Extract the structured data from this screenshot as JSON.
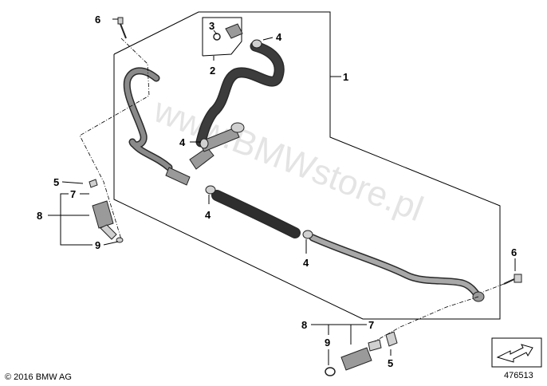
{
  "callouts": {
    "c1": "1",
    "c2": "2",
    "c3": "3",
    "c4a": "4",
    "c4b": "4",
    "c4c": "4",
    "c4d": "4",
    "c5a": "5",
    "c5b": "5",
    "c6a": "6",
    "c6b": "6",
    "c7a": "7",
    "c7b": "7",
    "c8a": "8",
    "c8b": "8",
    "c9a": "9",
    "c9b": "9"
  },
  "footer": {
    "copyright": "© 2016 BMW AG",
    "diagram_number": "476513"
  },
  "watermark": "www.BMWstore.pl",
  "colors": {
    "hose_dark": "#3c3c3c",
    "hose_light": "#a8a8a8",
    "line": "#000000"
  }
}
